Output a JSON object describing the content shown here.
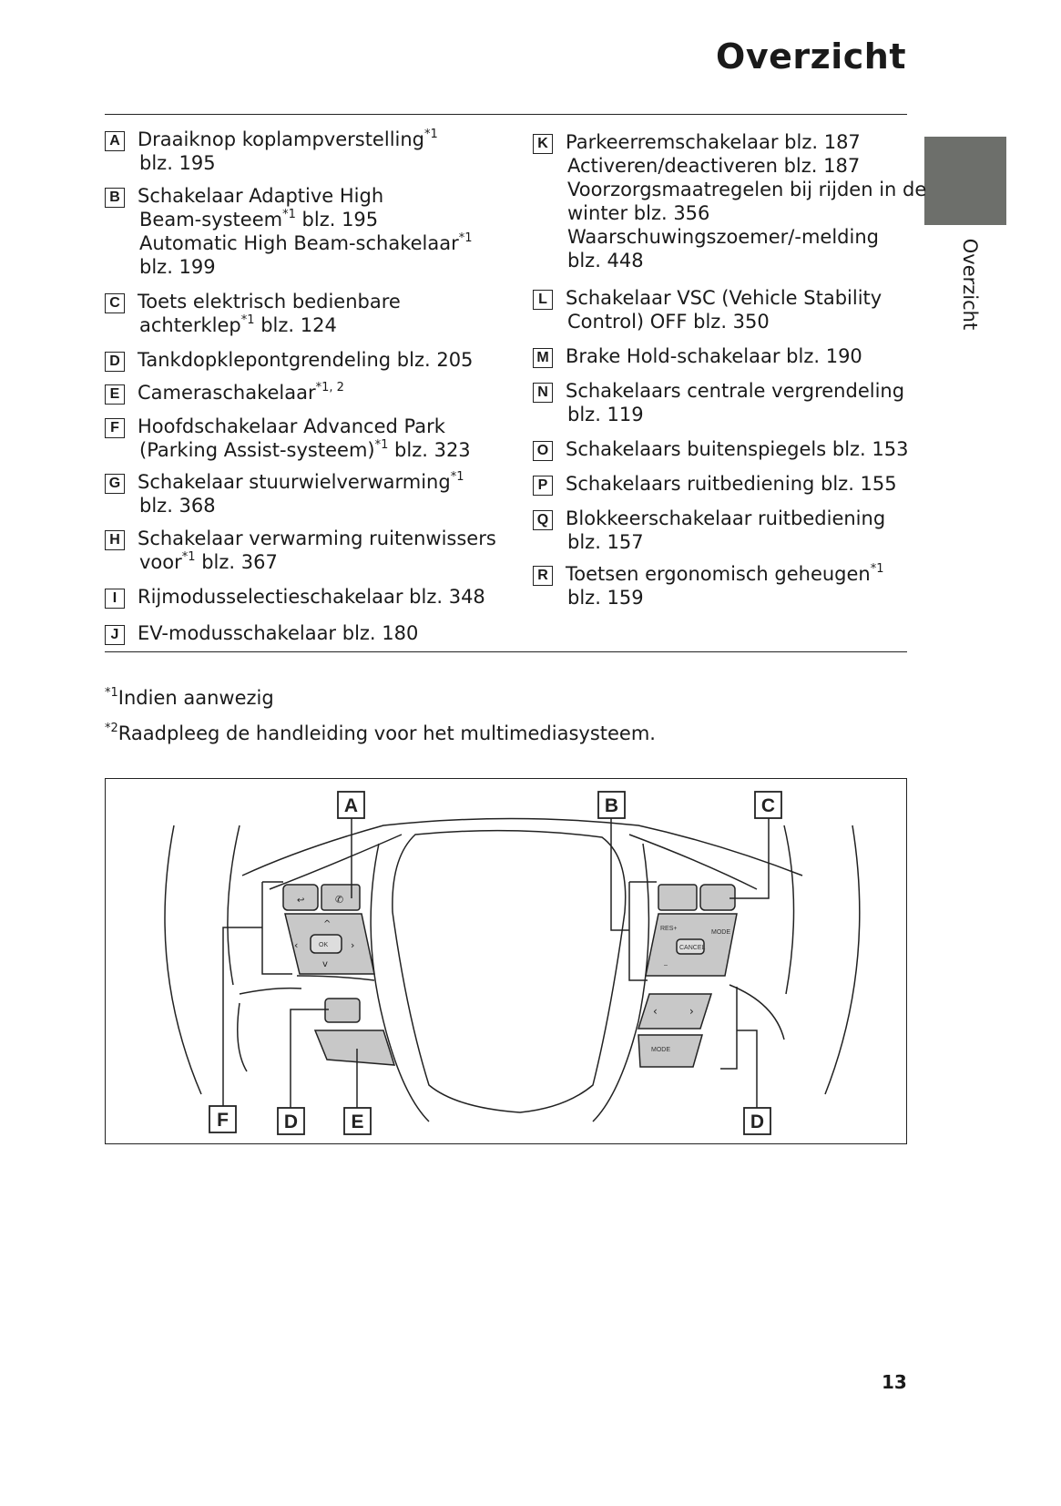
{
  "header": {
    "title": "Overzicht",
    "side_tab": "Overzicht"
  },
  "left_items": [
    {
      "letter": "A",
      "lines": [
        [
          {
            "t": "Draaiknop koplampverstelling"
          },
          {
            "sup": "*1"
          }
        ],
        [
          {
            "t": "blz. 195"
          }
        ]
      ]
    },
    {
      "letter": "B",
      "lines": [
        [
          {
            "t": "Schakelaar Adaptive High"
          }
        ],
        [
          {
            "t": "Beam-systeem"
          },
          {
            "sup": "*1"
          },
          {
            "t": " blz. 195"
          }
        ],
        [
          {
            "t": "Automatic High Beam-schakelaar"
          },
          {
            "sup": "*1"
          }
        ],
        [
          {
            "t": "blz. 199"
          }
        ]
      ]
    },
    {
      "letter": "C",
      "lines": [
        [
          {
            "t": "Toets elektrisch bedienbare"
          }
        ],
        [
          {
            "t": "achterklep"
          },
          {
            "sup": "*1"
          },
          {
            "t": " blz. 124"
          }
        ]
      ]
    },
    {
      "letter": "D",
      "lines": [
        [
          {
            "t": "Tankdopklepontgrendeling blz. 205"
          }
        ]
      ]
    },
    {
      "letter": "E",
      "lines": [
        [
          {
            "t": "Cameraschakelaar"
          },
          {
            "sup": "*1, 2"
          }
        ]
      ]
    },
    {
      "letter": "F",
      "lines": [
        [
          {
            "t": "Hoofdschakelaar Advanced Park"
          }
        ],
        [
          {
            "t": "(Parking Assist-systeem)"
          },
          {
            "sup": "*1"
          },
          {
            "t": " blz. 323"
          }
        ]
      ]
    },
    {
      "letter": "G",
      "lines": [
        [
          {
            "t": "Schakelaar stuurwielverwarming"
          },
          {
            "sup": "*1"
          }
        ],
        [
          {
            "t": "blz. 368"
          }
        ]
      ]
    },
    {
      "letter": "H",
      "lines": [
        [
          {
            "t": "Schakelaar verwarming ruitenwissers"
          }
        ],
        [
          {
            "t": "voor"
          },
          {
            "sup": "*1"
          },
          {
            "t": " blz. 367"
          }
        ]
      ]
    },
    {
      "letter": "I",
      "lines": [
        [
          {
            "t": "Rijmodusselectieschakelaar blz. 348"
          }
        ]
      ]
    },
    {
      "letter": "J",
      "lines": [
        [
          {
            "t": "EV-modusschakelaar blz. 180"
          }
        ]
      ]
    }
  ],
  "right_items": [
    {
      "letter": "K",
      "lines": [
        [
          {
            "t": "Parkeerremschakelaar blz. 187"
          }
        ],
        [
          {
            "t": "Activeren/deactiveren blz. 187"
          }
        ],
        [
          {
            "t": "Voorzorgsmaatregelen bij rijden in de"
          }
        ],
        [
          {
            "t": "winter blz. 356"
          }
        ],
        [
          {
            "t": "Waarschuwingszoemer/-melding"
          }
        ],
        [
          {
            "t": "blz. 448"
          }
        ]
      ]
    },
    {
      "letter": "L",
      "lines": [
        [
          {
            "t": "Schakelaar VSC (Vehicle Stability"
          }
        ],
        [
          {
            "t": "Control) OFF blz. 350"
          }
        ]
      ]
    },
    {
      "letter": "M",
      "lines": [
        [
          {
            "t": "Brake Hold-schakelaar blz. 190"
          }
        ]
      ]
    },
    {
      "letter": "N",
      "lines": [
        [
          {
            "t": "Schakelaars centrale vergrendeling"
          }
        ],
        [
          {
            "t": "blz. 119"
          }
        ]
      ]
    },
    {
      "letter": "O",
      "lines": [
        [
          {
            "t": "Schakelaars buitenspiegels blz. 153"
          }
        ]
      ]
    },
    {
      "letter": "P",
      "lines": [
        [
          {
            "t": "Schakelaars ruitbediening blz. 155"
          }
        ]
      ]
    },
    {
      "letter": "Q",
      "lines": [
        [
          {
            "t": "Blokkeerschakelaar ruitbediening"
          }
        ],
        [
          {
            "t": "blz. 157"
          }
        ]
      ]
    },
    {
      "letter": "R",
      "lines": [
        [
          {
            "t": "Toetsen ergonomisch geheugen"
          },
          {
            "sup": "*1"
          }
        ],
        [
          {
            "t": "blz. 159"
          }
        ]
      ]
    }
  ],
  "footnotes": [
    {
      "mark": "*1",
      "text": "Indien aanwezig"
    },
    {
      "mark": "*2",
      "text": "Raadpleeg de handleiding voor het multimediasysteem."
    }
  ],
  "diagram": {
    "labels": {
      "a": "A",
      "b": "B",
      "c": "C",
      "f": "F",
      "d_left": "D",
      "e": "E",
      "d_right": "D"
    },
    "buttons": {
      "ok": "OK",
      "res": "RES+",
      "cancel": "CANCEL",
      "mode_small": "MODE",
      "mode": "MODE",
      "minus": "–"
    }
  },
  "page_number": "13"
}
